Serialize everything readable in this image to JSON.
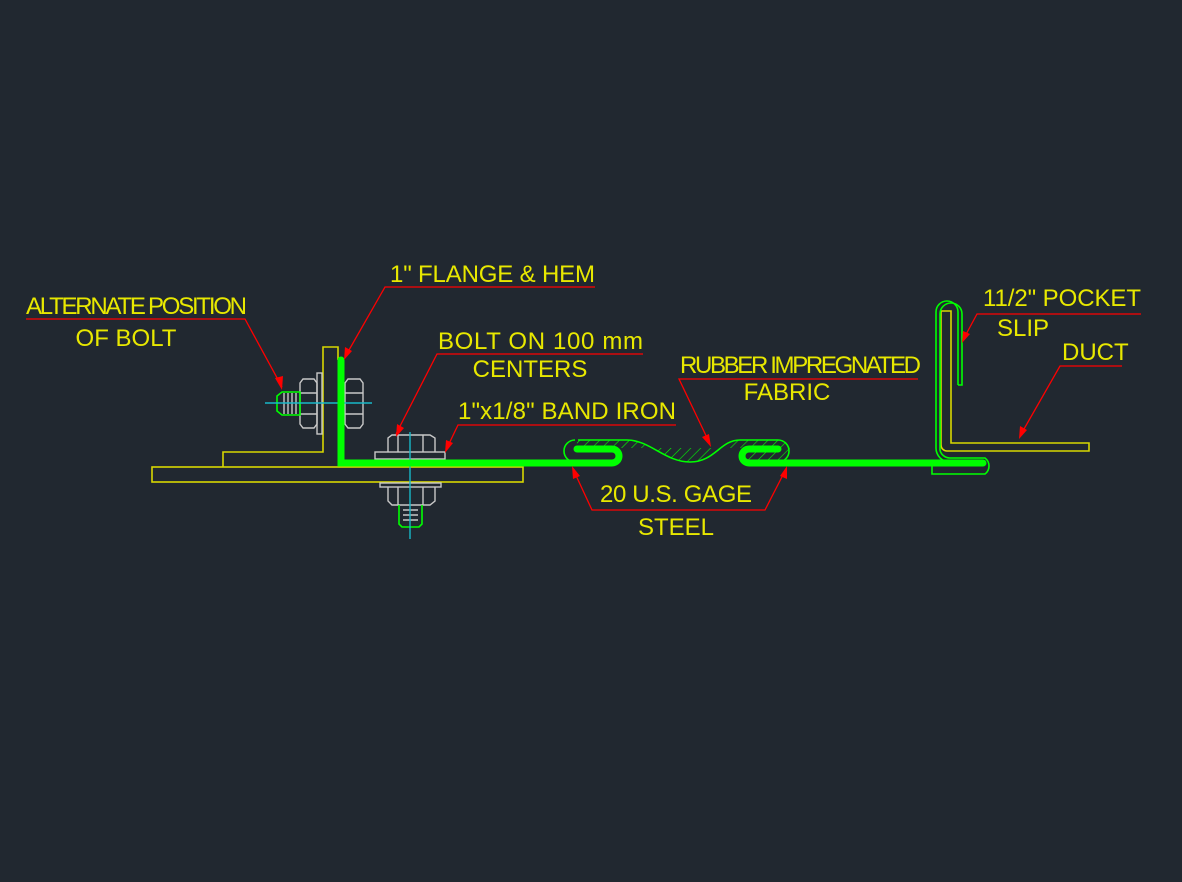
{
  "labels": {
    "alternate_position_line1": "ALTERNATE POSITION",
    "alternate_position_line2": "OF BOLT",
    "flange_hem": "1\" FLANGE & HEM",
    "bolt_line1": "BOLT ON 100 mm",
    "bolt_line2": "CENTERS",
    "band_iron": "1\"x1/8\" BAND IRON",
    "fabric_line1": "RUBBER IMPREGNATED",
    "fabric_line2": "FABRIC",
    "gage_line1": "20 U.S. GAGE",
    "gage_line2": "STEEL",
    "pocket_line1": "11/2\" POCKET",
    "pocket_line2": "SLIP",
    "duct": "DUCT"
  },
  "colors": {
    "background": "#212830",
    "text": "#e8e800",
    "leader": "#ff0000",
    "sheet_steel": "#00ff00",
    "angle_iron": "#d8d800",
    "centerline": "#18b8c8"
  }
}
